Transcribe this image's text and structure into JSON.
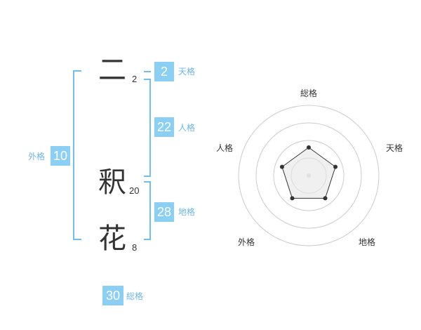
{
  "name": {
    "chars": [
      {
        "char": "二",
        "strokes": "2"
      },
      {
        "char": "釈",
        "strokes": "20"
      },
      {
        "char": "花",
        "strokes": "8"
      }
    ]
  },
  "kaku": {
    "tenkaku": {
      "label": "天格",
      "value": "2"
    },
    "jinkaku": {
      "label": "人格",
      "value": "22"
    },
    "chikaku": {
      "label": "地格",
      "value": "28"
    },
    "gaikaku": {
      "label": "外格",
      "value": "10"
    },
    "soukaku": {
      "label": "総格",
      "value": "30"
    }
  },
  "chart_data": {
    "type": "radar",
    "axes": [
      "総格",
      "天格",
      "地格",
      "外格",
      "人格"
    ],
    "values": [
      2,
      2,
      2,
      2,
      2
    ],
    "rmax": 5,
    "rings": 4,
    "line_color": "#333333",
    "ring_color": "#cccccc",
    "center_color": "#e0e0e0"
  },
  "colors": {
    "accent": "#8ccff5",
    "bracket": "#6fc0f0"
  }
}
